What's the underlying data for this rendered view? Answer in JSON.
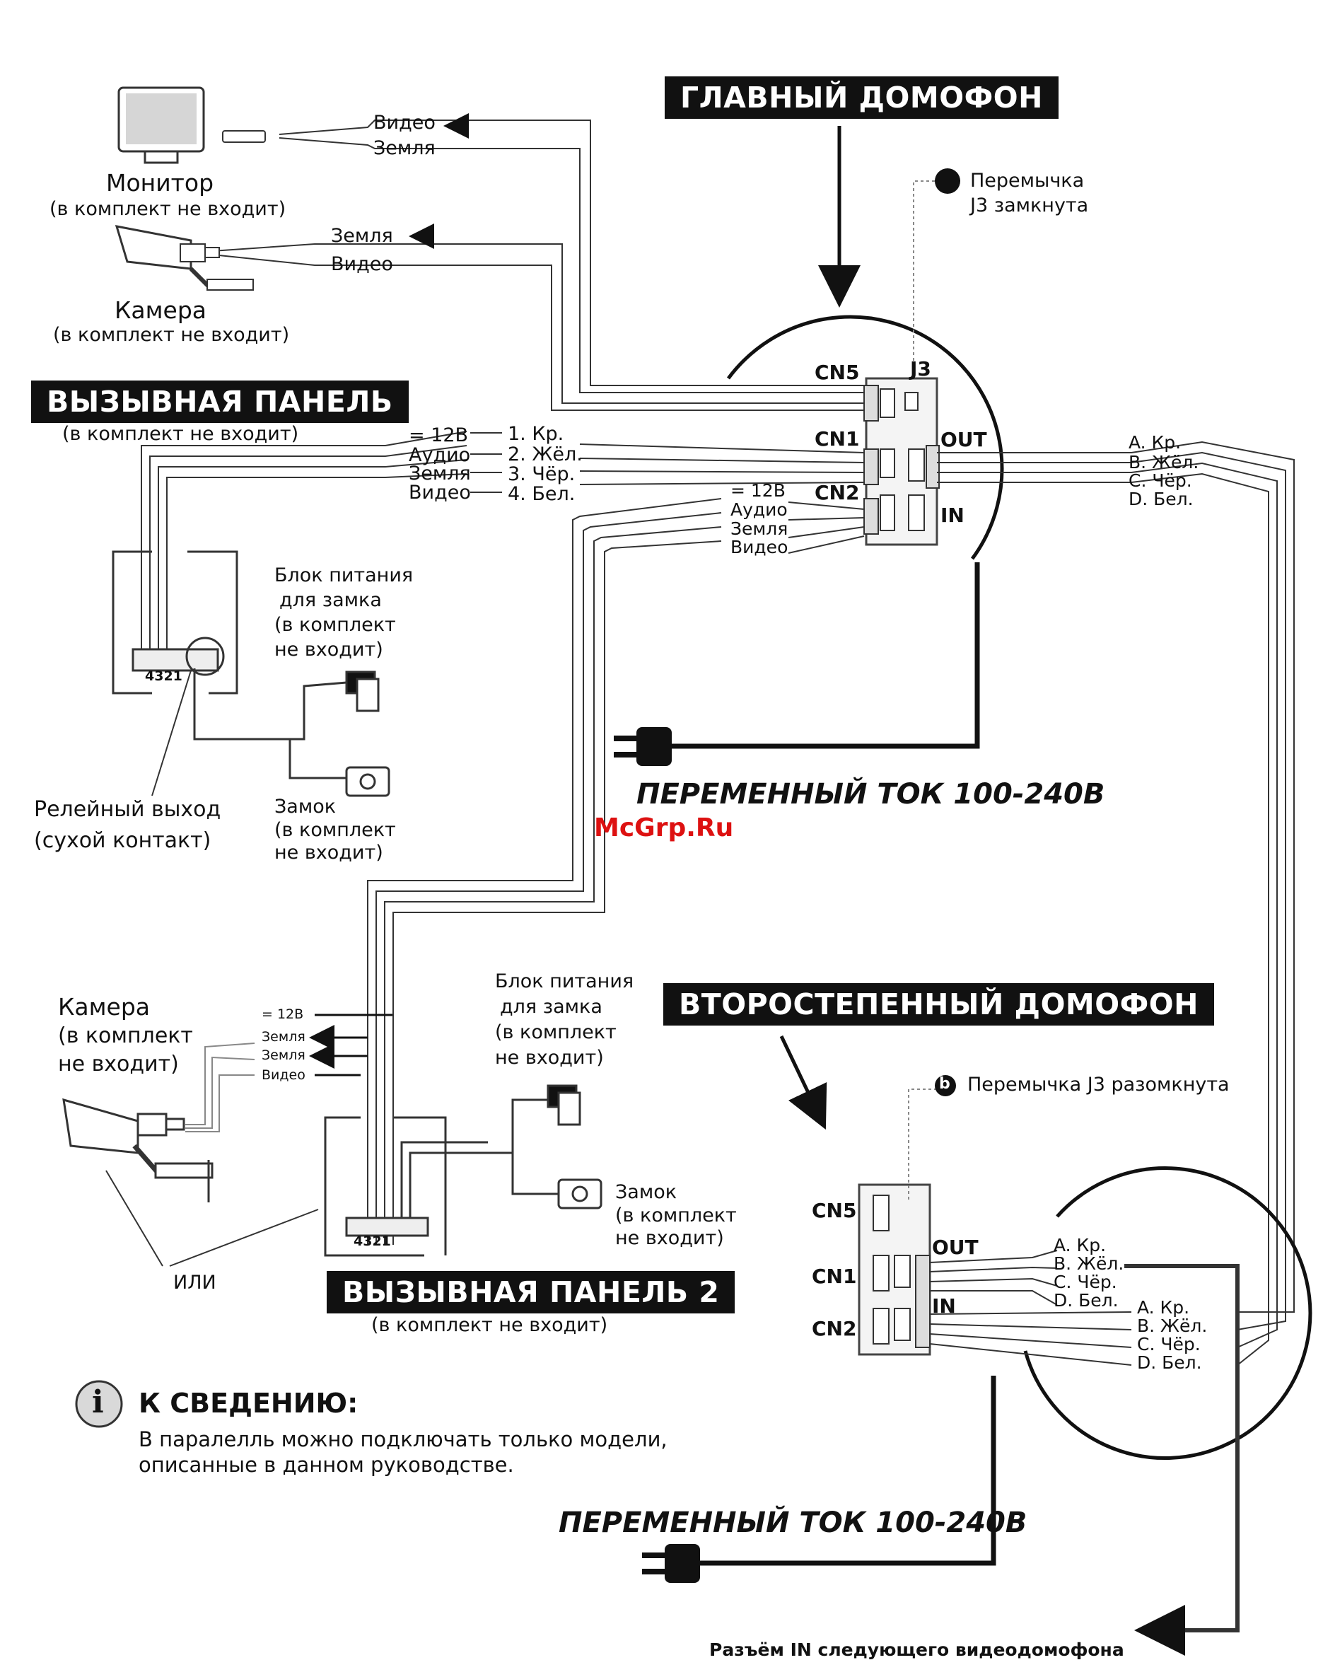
{
  "main_intercom": {
    "banner": "ГЛАВНЫЙ ДОМОФОН",
    "jumper_line1": "Перемычка",
    "jumper_line2": "J3 замкнута",
    "cn5": "CN5",
    "j3": "J3",
    "cn1": "CN1",
    "cn2": "CN2",
    "out": "OUT",
    "in": "IN",
    "out_wires": [
      "A. Кр.",
      "B. Жёл.",
      "C. Чёр.",
      "D. Бел."
    ],
    "cn2_wires": [
      "= 12B",
      "Аудио",
      "Земля",
      "Видео"
    ]
  },
  "monitor": {
    "video": "Видео",
    "ground": "Земля",
    "title": "Монитор",
    "note": "(в комплект не входит)"
  },
  "camera1": {
    "ground": "Земля",
    "video": "Видео",
    "title": "Камера",
    "note": "(в комплект не входит)"
  },
  "panel1": {
    "banner": "ВЫЗЫВНАЯ ПАНЕЛЬ",
    "note": "(в комплект не входит)",
    "left_labels": [
      "= 12B",
      "Аудио",
      "Земля",
      "Видео"
    ],
    "right_labels": [
      "1. Кр.",
      "2. Жёл.",
      "3. Чёр.",
      "4. Бел."
    ],
    "terminal": "4321",
    "psu": [
      "Блок питания",
      "для замка",
      "(в комплект",
      "не входит)"
    ],
    "lock": [
      "Замок",
      "(в комплект",
      "не входит)"
    ],
    "relay": [
      "Релейный выход",
      "(сухой контакт)"
    ]
  },
  "power": {
    "label": "ПЕРЕМЕННЫЙ ТОК 100-240В"
  },
  "watermark": "McGrp.Ru",
  "camera2": {
    "lines": [
      "Камера",
      "(в комплект",
      "не входит)"
    ],
    "wires": [
      "= 12B",
      "Земля",
      "Земля",
      "Видео"
    ],
    "or": "ИЛИ"
  },
  "panel2": {
    "psu": [
      "Блок питания",
      "для замка",
      "(в комплект",
      "не входит)"
    ],
    "lock": [
      "Замок",
      "(в комплект",
      "не входит)"
    ],
    "terminal": "4321",
    "banner": "ВЫЗЫВНАЯ ПАНЕЛЬ 2",
    "note": "(в комплект не входит)"
  },
  "secondary_intercom": {
    "banner": "ВТОРОСТЕПЕННЫЙ ДОМОФОН",
    "jumper_badge": "b",
    "jumper": "Перемычка J3 разомкнута",
    "cn5": "CN5",
    "cn1": "CN1",
    "cn2": "CN2",
    "out": "OUT",
    "in": "IN",
    "out_wires": [
      "A. Кр.",
      "B. Жёл.",
      "C. Чёр.",
      "D. Бел."
    ],
    "in_wires": [
      "A. Кр.",
      "B. Жёл.",
      "C. Чёр.",
      "D. Бел."
    ]
  },
  "info": {
    "icon_letter": "i",
    "title": "К СВЕДЕНИЮ:",
    "line1": "В паралелль можно подключать только модели,",
    "line2": "описанные в данном руководстве."
  },
  "next_in": "Разъём IN следующего видеодомофона"
}
